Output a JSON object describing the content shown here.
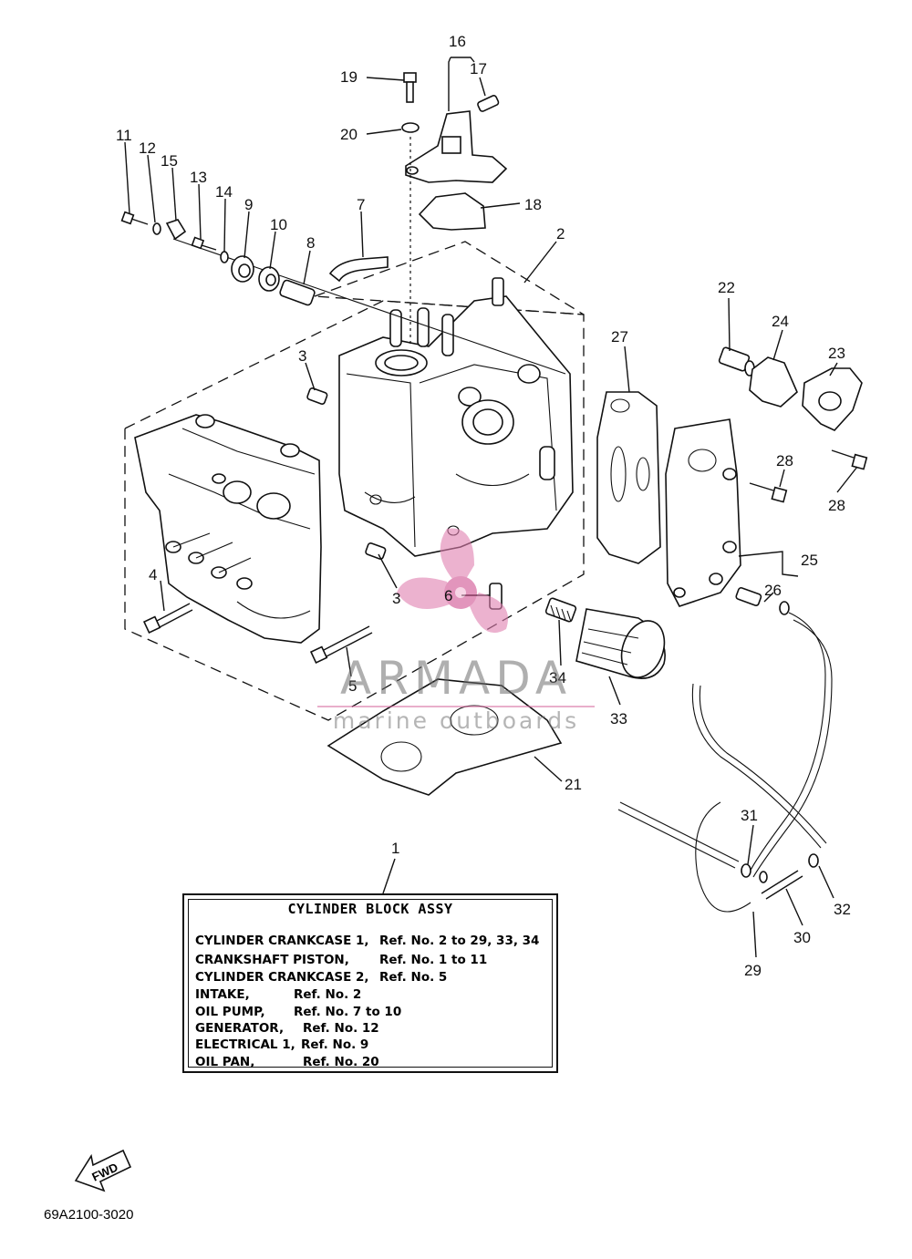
{
  "callouts": {
    "c1": "1",
    "c2": "2",
    "c3a": "3",
    "c3b": "3",
    "c4": "4",
    "c5": "5",
    "c6": "6",
    "c7": "7",
    "c8": "8",
    "c9": "9",
    "c10": "10",
    "c11": "11",
    "c12": "12",
    "c13": "13",
    "c14": "14",
    "c15": "15",
    "c16": "16",
    "c17": "17",
    "c18": "18",
    "c19": "19",
    "c20": "20",
    "c21": "21",
    "c22": "22",
    "c23": "23",
    "c24": "24",
    "c25": "25",
    "c26": "26",
    "c27": "27",
    "c28a": "28",
    "c28b": "28",
    "c29": "29",
    "c30": "30",
    "c31": "31",
    "c32": "32",
    "c33": "33",
    "c34": "34"
  },
  "assembly_box": {
    "title": "CYLINDER  BLOCK ASSY",
    "rows": [
      {
        "name": "CYLINDER CRANKCASE 1,",
        "ref": "Ref. No. 2 to 29, 33, 34"
      },
      {
        "name": "CRANKSHAFT PISTON,",
        "ref": "Ref. No. 1 to 11"
      },
      {
        "name": "CYLINDER CRANKCASE 2,",
        "ref": "Ref. No. 5"
      },
      {
        "name": "INTAKE,",
        "ref": "Ref. No. 2"
      },
      {
        "name": "OIL PUMP,",
        "ref": "Ref. No. 7 to 10"
      },
      {
        "name": "GENERATOR,",
        "ref": "Ref. No. 12"
      },
      {
        "name": "ELECTRICAL 1,",
        "ref": "Ref. No. 9"
      },
      {
        "name": "OIL PAN,",
        "ref": "Ref. No. 20"
      }
    ]
  },
  "fwd_label": "FWD",
  "document_code": "69A2100-3020",
  "watermark": {
    "name": "ARMADA",
    "subtitle": "marine outboards",
    "accent_color": "#e07fb0"
  }
}
